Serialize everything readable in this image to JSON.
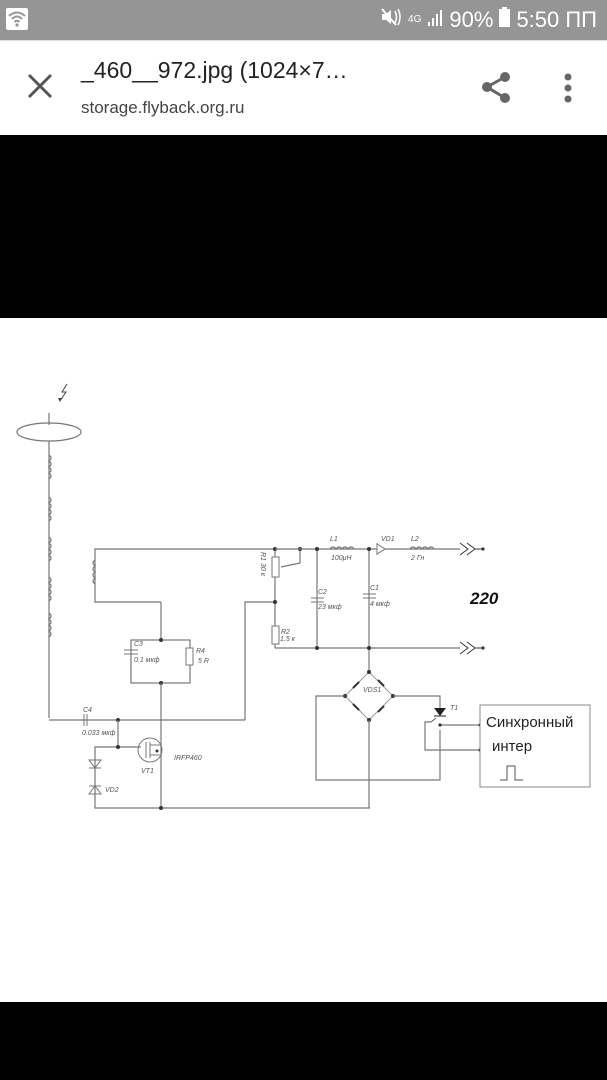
{
  "status_bar": {
    "network": "4G",
    "battery": "90%",
    "time": "5:50 ПП",
    "icons": [
      "wifi-icon",
      "mute-icon",
      "signal-icon",
      "battery-icon"
    ]
  },
  "app_bar": {
    "title": "_460__972.jpg (1024×7…",
    "subtitle": "storage.flyback.org.ru",
    "close_icon": "close-icon",
    "share_icon": "share-icon",
    "more_icon": "more-vert-icon"
  },
  "schematic": {
    "voltage_label": "220",
    "box_line1": "Синхронный",
    "box_line2": "интер",
    "components": {
      "L1": {
        "name": "L1",
        "value": "100μH"
      },
      "L2": {
        "name": "L2",
        "value": "2 Гн"
      },
      "VD1": {
        "name": "VD1"
      },
      "C1": {
        "name": "C1",
        "value": "4 мкф"
      },
      "C2": {
        "name": "C2",
        "value": "23 мкф"
      },
      "C3": {
        "name": "C3",
        "value": "0.1 мкф"
      },
      "C4": {
        "name": "C4",
        "value": "0.033 мкф"
      },
      "R1": {
        "name": "R1",
        "value": "30 к"
      },
      "R2": {
        "name": "R2",
        "value": "1.5 к"
      },
      "R4": {
        "name": "R4",
        "value": "5 R"
      },
      "VT1": {
        "name": "VT1",
        "value": "IRFP460"
      },
      "VD2": {
        "name": "VD2"
      },
      "VDS1": {
        "name": "VDS1"
      },
      "T1": {
        "name": "T1"
      }
    }
  }
}
